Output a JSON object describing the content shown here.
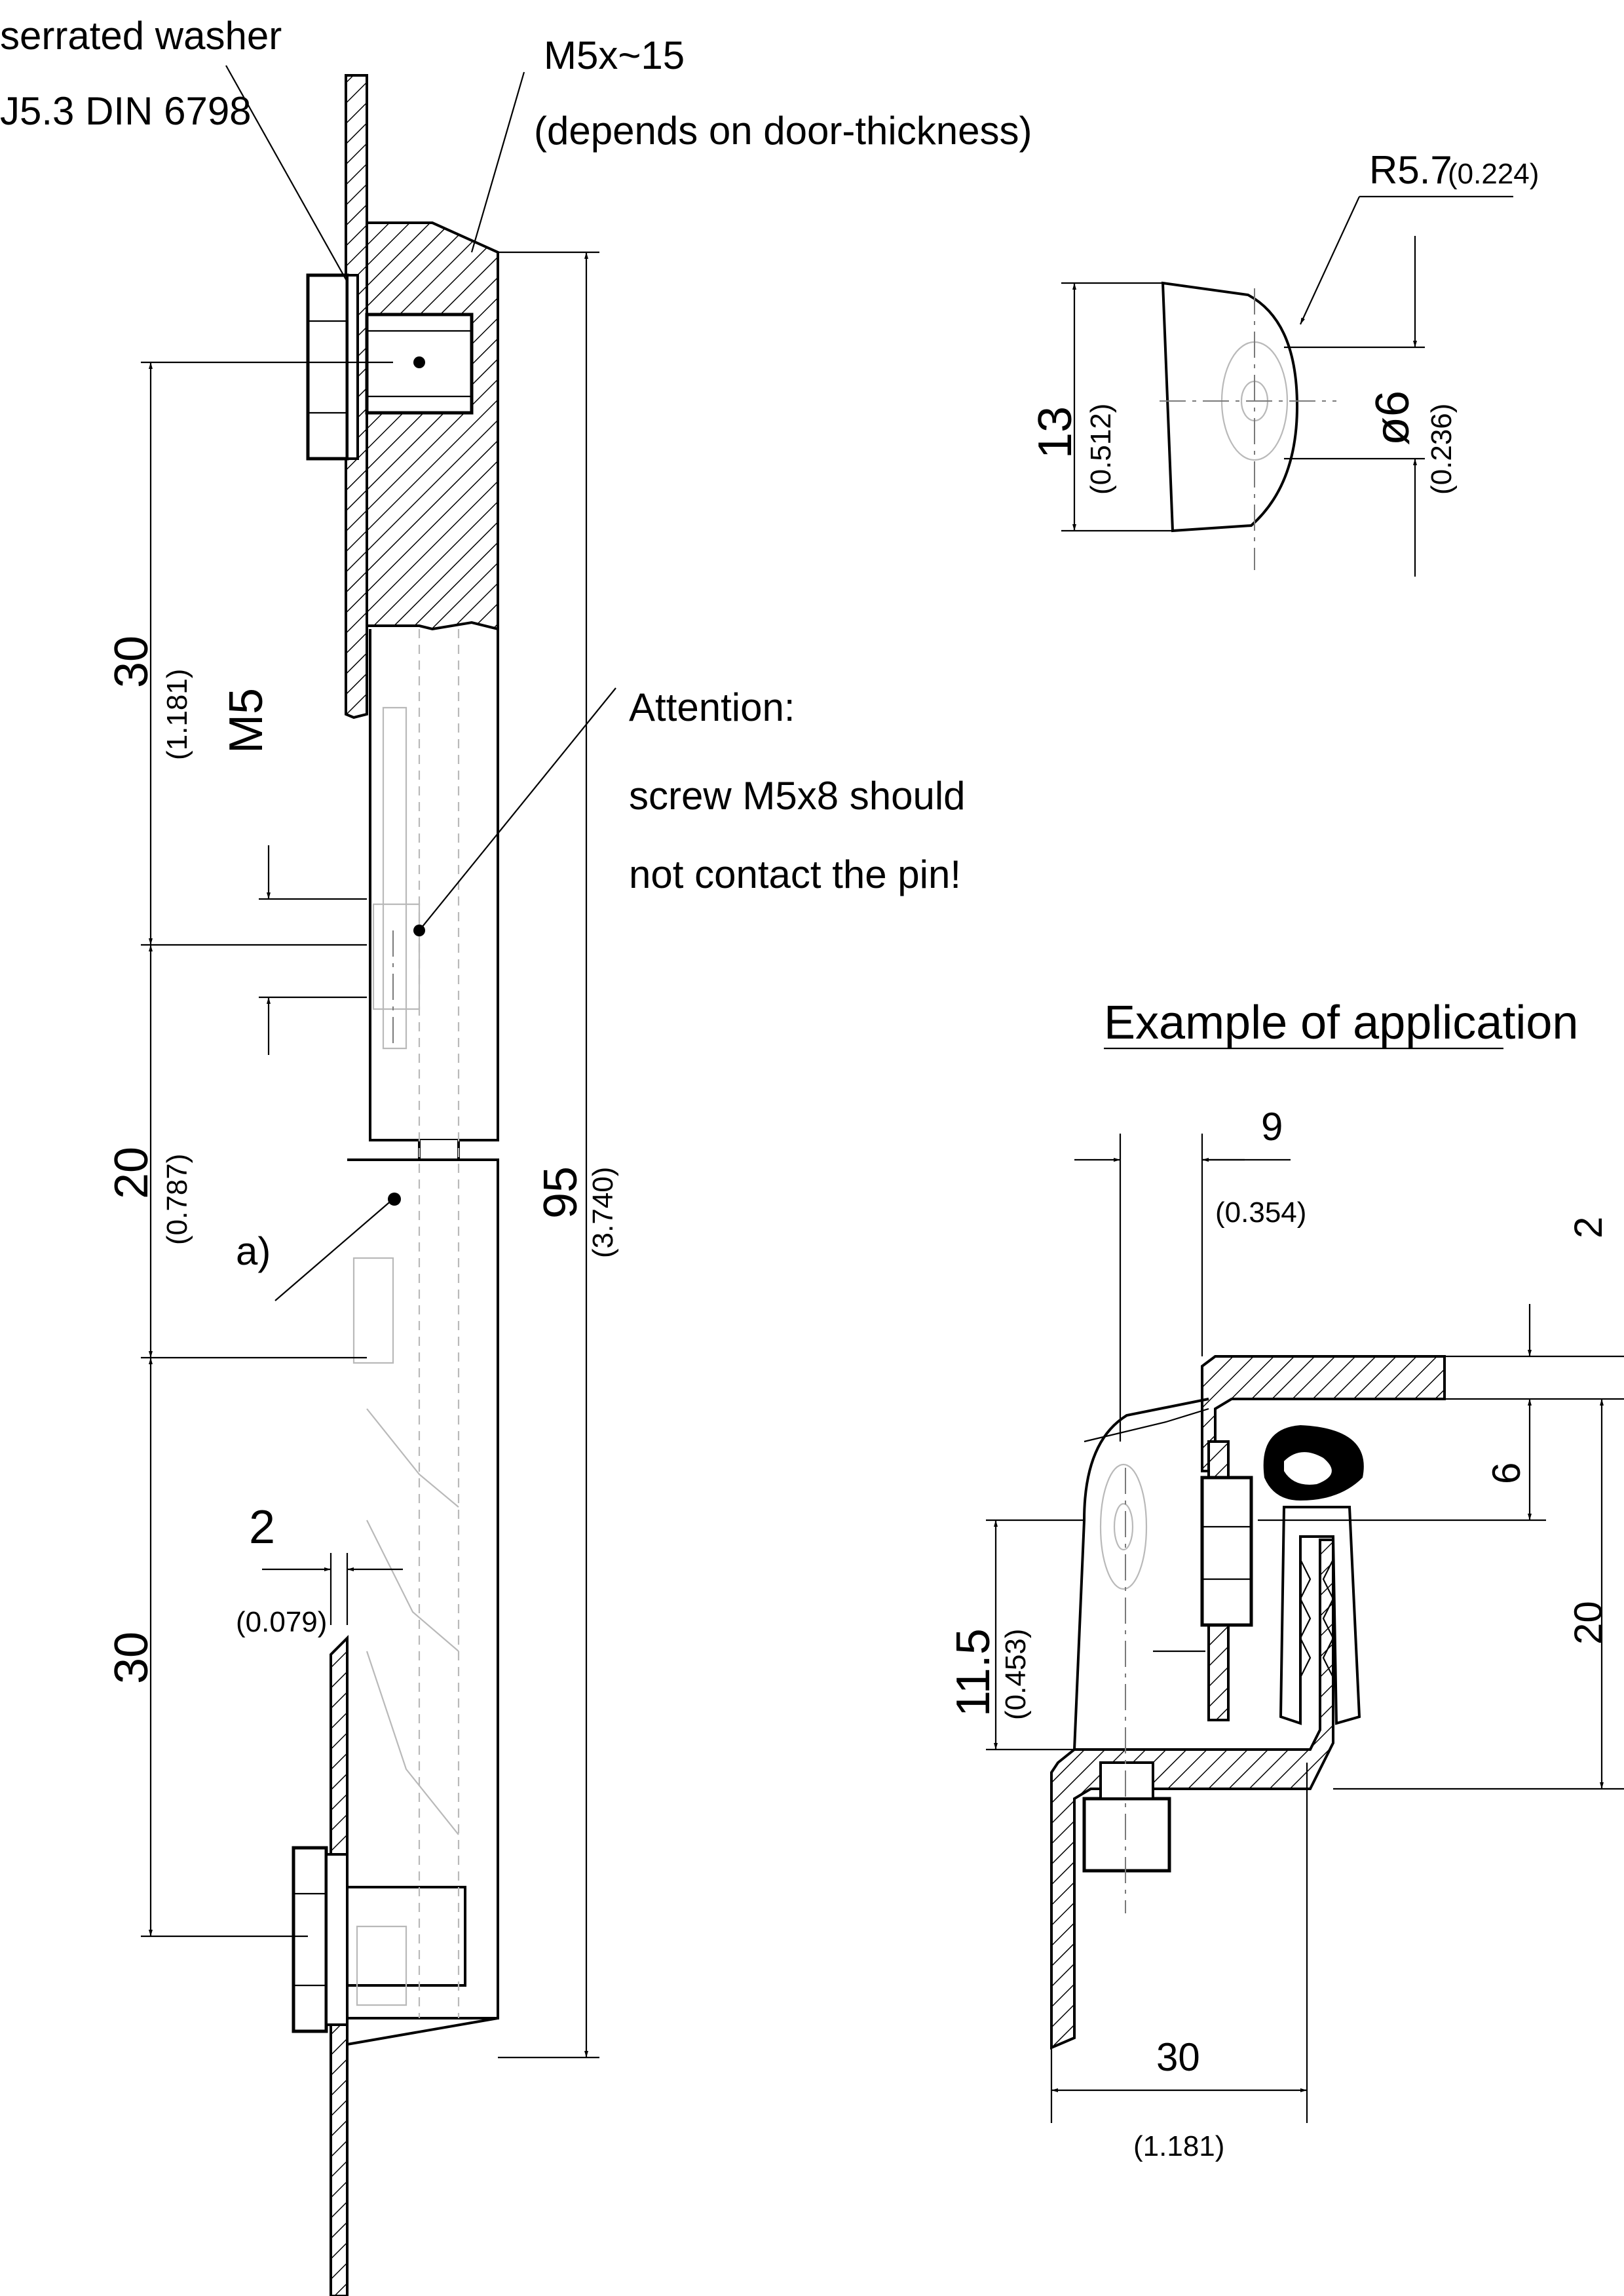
{
  "labels": {
    "serrated_washer_line1": "serrated washer",
    "serrated_washer_line2": "J5.3 DIN 6798",
    "screw_line1": "M5x~15",
    "screw_line2": "(depends on door-thickness)",
    "attention_title": "Attention:",
    "attention_line1": "screw M5x8 should",
    "attention_line2": "not contact the pin!",
    "note_a": "a)",
    "thread": "M5",
    "example_title": "Example of application"
  },
  "dimensions": {
    "d30_top": "30",
    "d30_top_in": "(1.181)",
    "d20": "20",
    "d20_in": "(0.787)",
    "d30_bottom": "30",
    "d95": "95",
    "d95_in": "(3.740)",
    "d2_left": "2",
    "d2_left_in": "(0.079)",
    "r57": "R5.7",
    "r57_in": "(0.224)",
    "d13": "13",
    "d13_in": "(0.512)",
    "dia6": "ø6",
    "dia6_in": "(0.236)",
    "d9": "9",
    "d9_in": "(0.354)",
    "d2_right": "2",
    "d6": "6",
    "d20_right": "20",
    "d115": "11.5",
    "d115_in": "(0.453)",
    "d30_app": "30",
    "d30_app_in": "(1.181)"
  }
}
